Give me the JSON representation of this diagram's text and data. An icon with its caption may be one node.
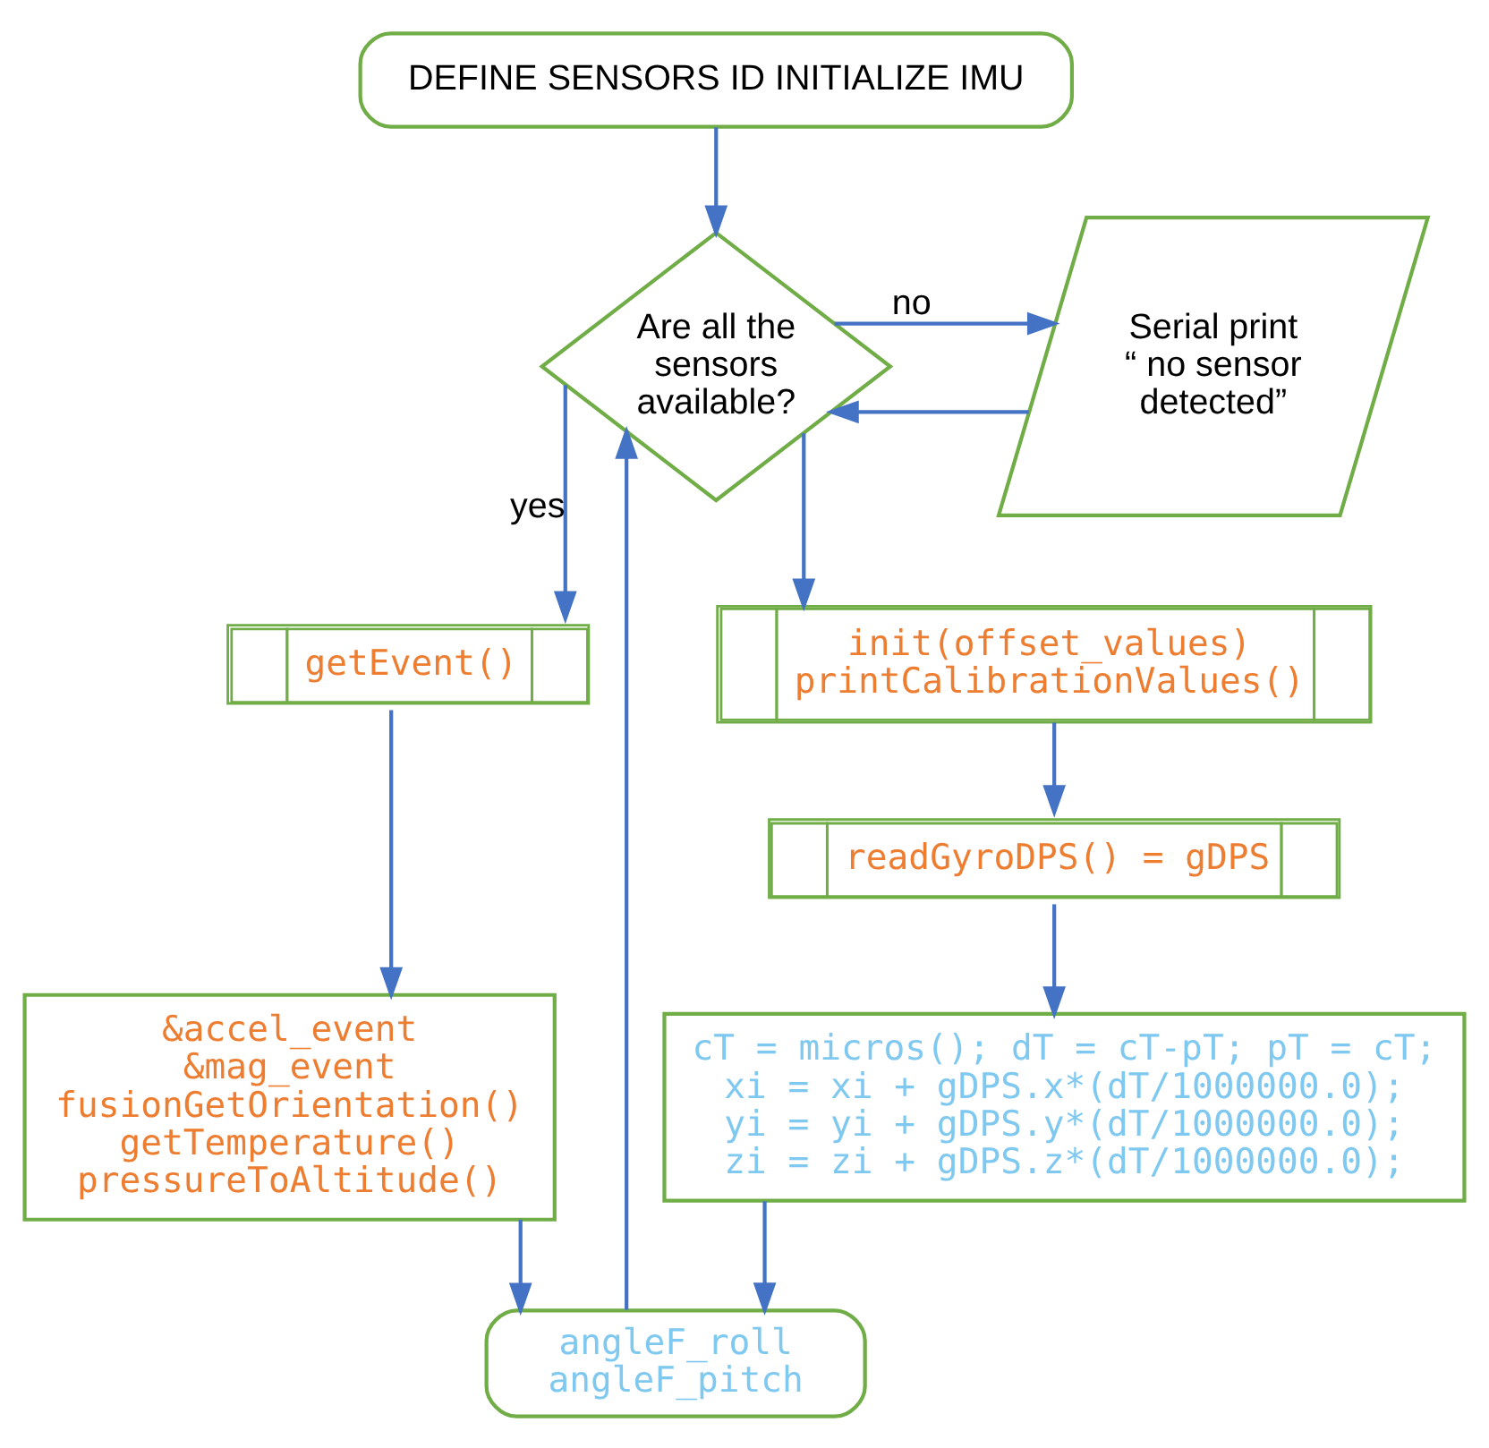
{
  "diagram": {
    "nodes": [
      {
        "text": [
          "DEFINE SENSORS ID INITIALIZE IMU"
        ]
      },
      {
        "text": [
          "Are all the sensors available?"
        ]
      },
      {
        "text": [
          "Serial print “ no sensor detected”"
        ]
      },
      {
        "text": [
          "getEvent()"
        ]
      },
      {
        "text": [
          "init(offset_values)",
          "printCalibrationValues()"
        ]
      },
      {
        "text": [
          "&accel_event",
          "&mag_event",
          "fusionGetOrientation()",
          "getTemperature()",
          "pressureToAltitude()"
        ]
      },
      {
        "text": [
          "readGyroDPS() = gDPS"
        ]
      },
      {
        "text": [
          "cT = micros(); dT = cT-pT; pT = cT;",
          "xi = xi + gDPS.x*(dT/1000000.0);",
          "yi = yi + gDPS.y*(dT/1000000.0);",
          "zi = zi + gDPS.z*(dT/1000000.0);"
        ]
      },
      {
        "text": [
          "angleF_roll",
          "angleF_pitch"
        ]
      }
    ],
    "edges": [
      {
        "from": 0,
        "to": 1,
        "arrow": "to"
      },
      {
        "from": 1,
        "to": 2,
        "arrow": "to",
        "label": "no"
      },
      {
        "from": 2,
        "to": 1,
        "arrow": "to"
      },
      {
        "from": 1,
        "to": 3,
        "arrow": "to",
        "label": "yes"
      },
      {
        "from": 1,
        "to": 4,
        "arrow": "to"
      },
      {
        "from": 3,
        "to": 5,
        "arrow": "to"
      },
      {
        "from": 4,
        "to": 6,
        "arrow": "to"
      },
      {
        "from": 6,
        "to": 7,
        "arrow": "to"
      },
      {
        "from": 5,
        "to": 8,
        "arrow": "to"
      },
      {
        "from": 7,
        "to": 8,
        "arrow": "to"
      },
      {
        "from": 8,
        "to": 1,
        "arrow": "to"
      }
    ]
  }
}
